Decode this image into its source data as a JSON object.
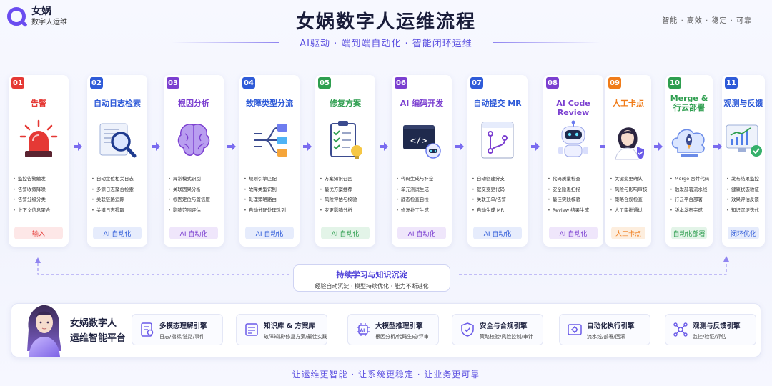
{
  "header": {
    "logo_name": "女娲",
    "logo_sub": "数字人运维",
    "title": "女娲数字人运维流程",
    "subtitle": "AI驱动 · 端到端自动化 · 智能闭环运维",
    "tags": "智能 · 高效 · 稳定 · 可靠"
  },
  "colors": {
    "accent": "#5b4fe0",
    "red": "#e53935",
    "blue": "#2f5bd8",
    "purple": "#7b3fd0",
    "green": "#2e9e4f",
    "orange": "#f07c1a"
  },
  "steps": [
    {
      "num": "01",
      "title": "告警",
      "icon": "siren-icon",
      "bullets": [
        "监控告警触发",
        "告警收敛降噪",
        "告警分级分类",
        "上下文信息聚合"
      ],
      "badge": "输入"
    },
    {
      "num": "02",
      "title": "自动日志检索",
      "icon": "log-search-icon",
      "bullets": [
        "自动定位相关日志",
        "多源日志聚合检索",
        "关联链路追踪",
        "关键日志提取"
      ],
      "badge": "AI 自动化"
    },
    {
      "num": "03",
      "title": "根因分析",
      "icon": "brain-icon",
      "bullets": [
        "异常模式识别",
        "关联因果分析",
        "根因定位与置信度",
        "影响范围评估"
      ],
      "badge": "AI 自动化"
    },
    {
      "num": "04",
      "title": "故障类型分流",
      "icon": "routing-icon",
      "bullets": [
        "规则引擎匹配",
        "故障类型识别",
        "处理策略路由",
        "自动分配处理队列"
      ],
      "badge": "AI 自动化"
    },
    {
      "num": "05",
      "title": "修复方案",
      "icon": "solution-checklist-icon",
      "bullets": [
        "方案知识召回",
        "最优方案推荐",
        "风险评估与校验",
        "变更影响分析"
      ],
      "badge": "AI 自动化"
    },
    {
      "num": "06",
      "title": "AI 编码开发",
      "icon": "code-robot-icon",
      "bullets": [
        "代码生成与补全",
        "单元测试生成",
        "静态检查自检",
        "修复补丁生成"
      ],
      "badge": "AI 自动化"
    },
    {
      "num": "07",
      "title": "自动提交 MR",
      "icon": "merge-request-icon",
      "bullets": [
        "自动创建分支",
        "提交变更代码",
        "关联工单/告警",
        "自动生成 MR"
      ],
      "badge": "AI 自动化"
    },
    {
      "num": "08",
      "title": "AI Code Review",
      "icon": "robot-icon",
      "bullets": [
        "代码质量检查",
        "安全隐患扫描",
        "最佳实践校验",
        "Review 结果生成"
      ],
      "badge": "AI 自动化"
    },
    {
      "num": "09",
      "title": "人工卡点",
      "icon": "reviewer-person-icon",
      "bullets": [
        "关键变更确认",
        "风险与影响审核",
        "策略合规检查",
        "人工审批通过"
      ],
      "badge": "人工卡点"
    },
    {
      "num": "10",
      "title": "Merge &\n行云部署",
      "icon": "cloud-deploy-icon",
      "bullets": [
        "Merge 合并代码",
        "触发部署流水线",
        "行云平台部署",
        "版本发布完成"
      ],
      "badge": "自动化部署"
    },
    {
      "num": "11",
      "title": "观测与反馈",
      "icon": "dashboard-icon",
      "bullets": [
        "发布结果监控",
        "健康状态验证",
        "效果评估反馈",
        "知识沉淀迭代"
      ],
      "badge": "闭环优化"
    }
  ],
  "loop": {
    "title": "持续学习与知识沉淀",
    "sub": "经验自动沉淀 · 模型持续优化 · 能力不断进化"
  },
  "platform": {
    "title_line1": "女娲数字人",
    "title_line2": "运维智能平台",
    "engines": [
      {
        "title": "多模态理解引擎",
        "sub": "日志/指标/链路/事件",
        "icon": "document-scan-icon"
      },
      {
        "title": "知识库 & 方案库",
        "sub": "故障知识/修复方案/最佳实践",
        "icon": "knowledge-base-icon"
      },
      {
        "title": "大模型推理引擎",
        "sub": "根因分析/代码生成/评审",
        "icon": "ai-chip-icon"
      },
      {
        "title": "安全与合规引擎",
        "sub": "策略校验/风险控制/审计",
        "icon": "shield-icon"
      },
      {
        "title": "自动化执行引擎",
        "sub": "流水线/部署/回滚",
        "icon": "automation-icon"
      },
      {
        "title": "观测与反馈引擎",
        "sub": "监控/验证/评估",
        "icon": "network-icon"
      }
    ]
  },
  "footer": "让运维更智能 · 让系统更稳定 · 让业务更可靠"
}
